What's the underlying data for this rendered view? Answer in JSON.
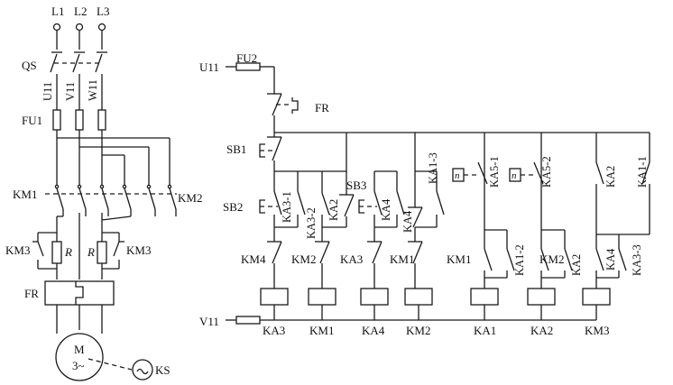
{
  "phases": [
    "L1",
    "L2",
    "L3"
  ],
  "power": {
    "qs": "QS",
    "phase_labels": [
      "U11",
      "V11",
      "W11"
    ],
    "fu1": "FU1",
    "km1": "KM1",
    "km2": "KM2",
    "km3_left": "KM3",
    "km3_right": "KM3",
    "resistor_left": "R",
    "resistor_right": "R",
    "fr": "FR",
    "motor_m": "M",
    "motor_3": "3~",
    "ks": "KS"
  },
  "control": {
    "u11": "U11",
    "fu2": "FU2",
    "fr": "FR",
    "sb1": "SB1",
    "sb2": "SB2",
    "sb3": "SB3",
    "v11": "V11",
    "n_symbol": "n",
    "vertical_labels": [
      "KA3-1",
      "KA3-2",
      "KA2",
      "KA4",
      "KA4",
      "KA1-3",
      "KA5-1",
      "KA5-2",
      "KA2",
      "KA1-1",
      "KA1-2",
      "KA2",
      "KA4",
      "KA3-3"
    ],
    "row_labels": [
      "KM4",
      "KM2",
      "KA3",
      "KM1",
      "KM1",
      "KM2"
    ],
    "coils": [
      "KA3",
      "KM1",
      "KA4",
      "KM2",
      "KA1",
      "KA2",
      "KM3"
    ]
  }
}
